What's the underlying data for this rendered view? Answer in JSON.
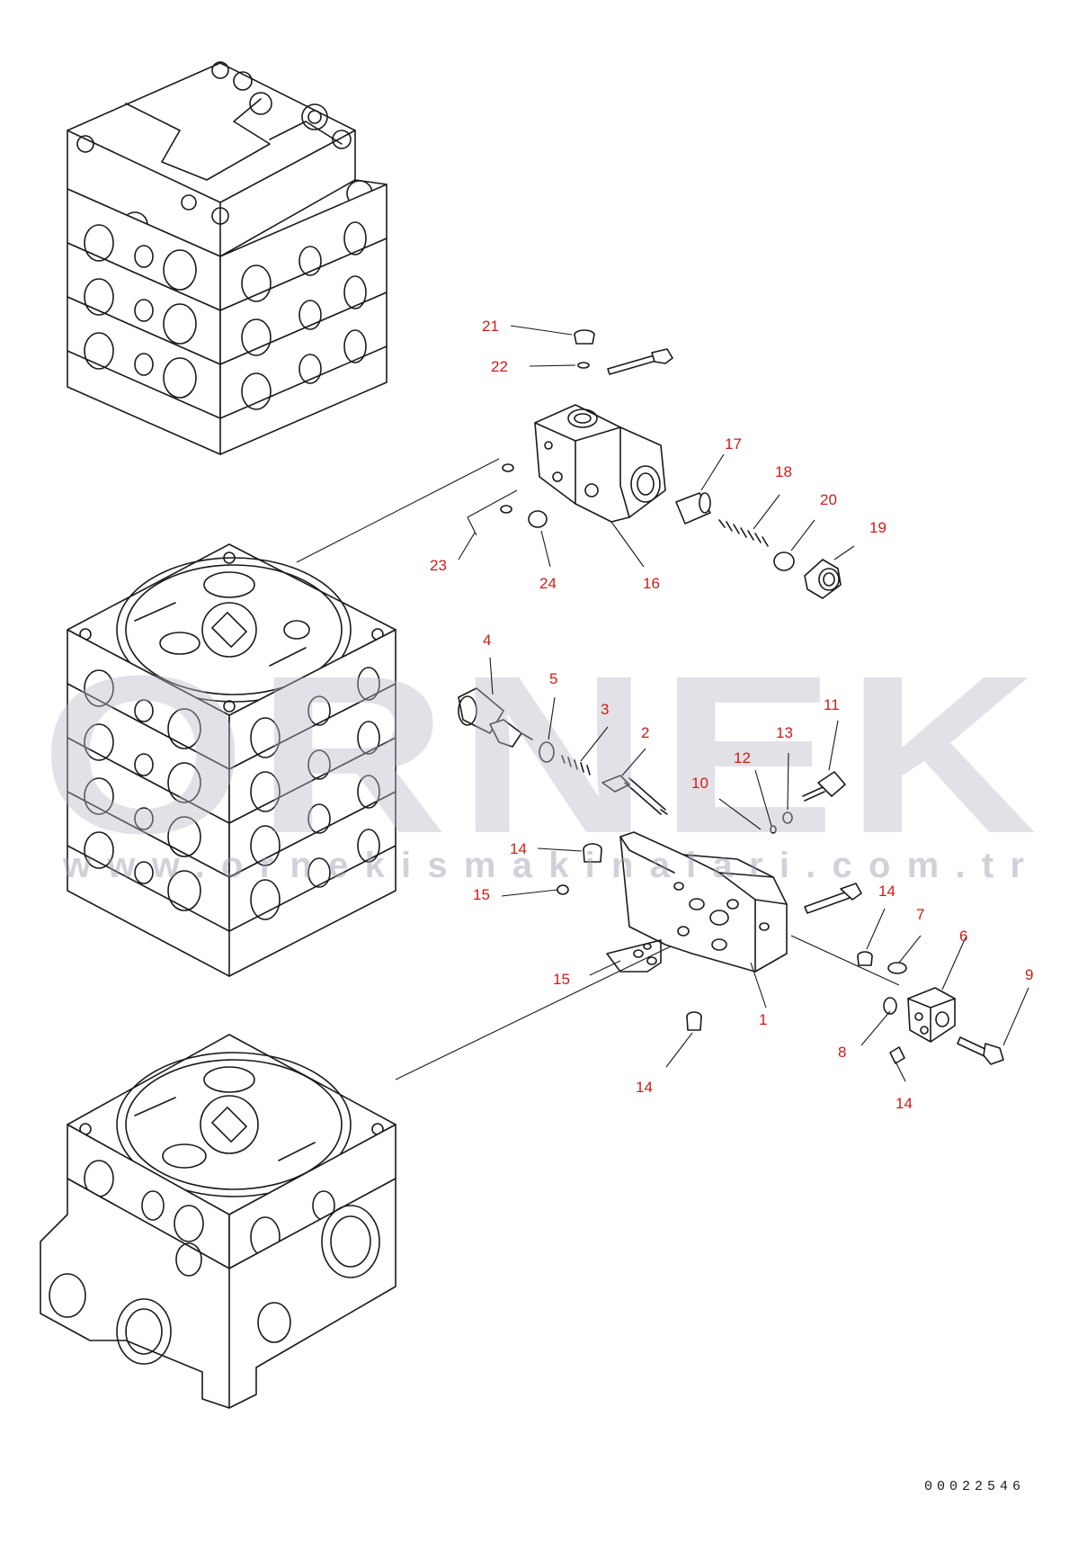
{
  "watermark": {
    "brand": "ORNEK",
    "url": "www.ornekismakinalari.com.tr"
  },
  "drawing_number": "00022546",
  "callouts": [
    "21",
    "22",
    "17",
    "18",
    "20",
    "19",
    "23",
    "24",
    "16",
    "4",
    "5",
    "3",
    "2",
    "11",
    "13",
    "12",
    "10",
    "14",
    "15",
    "14",
    "7",
    "6",
    "9",
    "15",
    "1",
    "8",
    "14",
    "14"
  ],
  "colors": {
    "callout": "#d11a1a",
    "line": "#1a1a1a",
    "watermark": "#b8b8c6"
  }
}
